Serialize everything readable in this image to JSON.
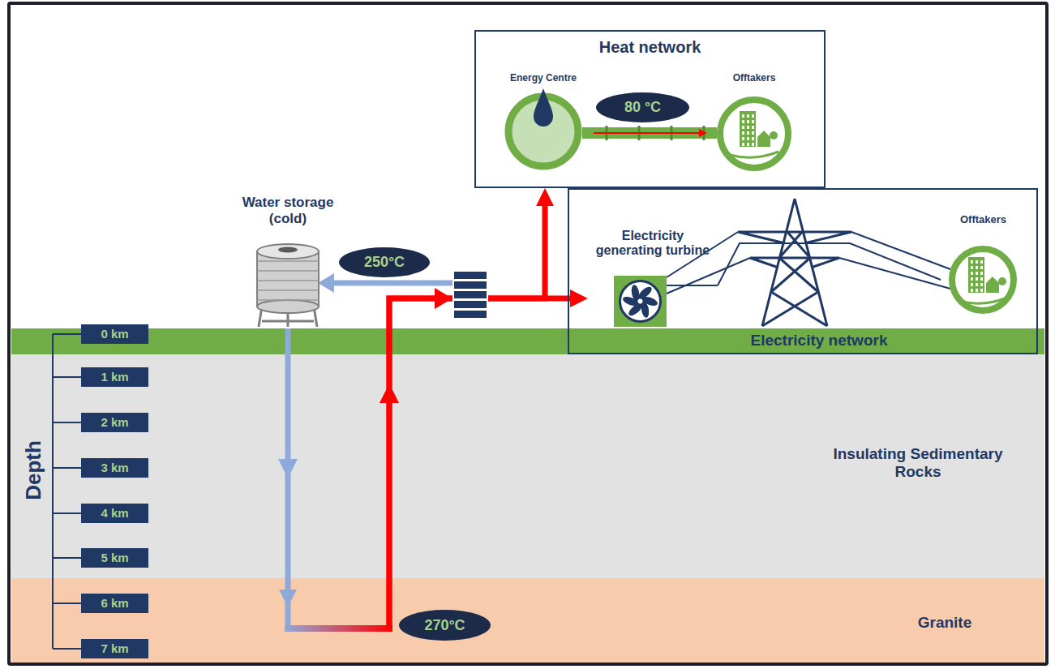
{
  "diagram": {
    "nodes": [
      {
        "text": [
          "Heat network"
        ]
      },
      {
        "text": [
          "Energy Centre"
        ],
        "in": 0
      },
      {
        "text": [
          "80 °C"
        ],
        "in": 0
      },
      {
        "text": [
          "Offtakers"
        ],
        "in": 0
      },
      {
        "text": [
          "Water storage (cold)"
        ]
      },
      {
        "text": [
          "250°C"
        ]
      },
      {
        "text": [
          "Electricity network"
        ]
      },
      {
        "text": [
          "Electricity generating turbine"
        ],
        "in": 6
      },
      {
        "text": [
          "Offtakers"
        ],
        "in": 6
      },
      {
        "text": [
          "0 km"
        ]
      },
      {
        "text": [
          "Insulating Sedimentary Rocks"
        ]
      },
      {
        "text": [
          "1 km"
        ],
        "in": 10
      },
      {
        "text": [
          "2 km"
        ],
        "in": 10
      },
      {
        "text": [
          "3 km"
        ],
        "in": 10
      },
      {
        "text": [
          "4 km"
        ],
        "in": 10
      },
      {
        "text": [
          "5 km"
        ],
        "in": 10
      },
      {
        "text": [
          "Granite"
        ]
      },
      {
        "text": [
          "6 km"
        ],
        "in": 16
      },
      {
        "text": [
          "7 km"
        ],
        "in": 16
      },
      {
        "text": [
          "270°C"
        ],
        "in": 16
      }
    ],
    "edges": [
      {
        "from": 4,
        "to": 16,
        "arrow": "to"
      },
      {
        "from": 16,
        "to": 7,
        "arrow": "to"
      },
      {
        "from": 16,
        "to": 0,
        "arrow": "to"
      },
      {
        "from": 1,
        "to": 3,
        "arrow": "to"
      },
      {
        "from": 7,
        "to": 8,
        "arrow": "none"
      }
    ],
    "labels": [
      "Depth"
    ]
  }
}
